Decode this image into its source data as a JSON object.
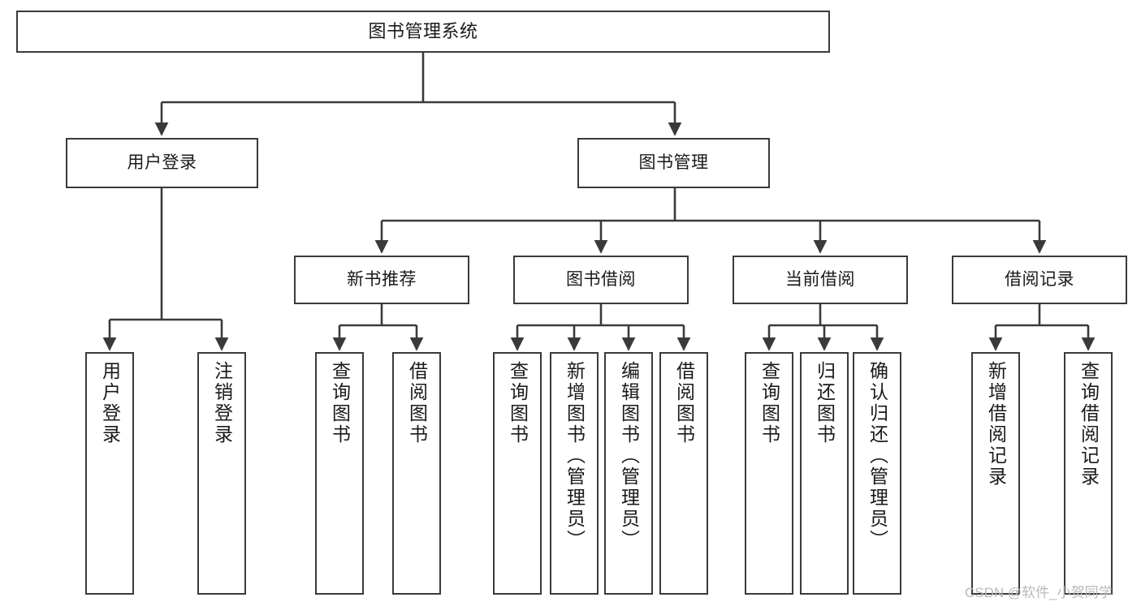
{
  "diagram": {
    "title": "图书管理系统",
    "type": "tree-hierarchy",
    "orientation": "top-down",
    "line_color": "#3a3a3a",
    "box_fill": "#ffffff",
    "text_color": "#1a1a1a"
  },
  "nodes": {
    "root": {
      "label": "图书管理系统"
    },
    "level2": [
      {
        "label": "用户登录"
      },
      {
        "label": "图书管理"
      }
    ],
    "level3": [
      {
        "label": "新书推荐"
      },
      {
        "label": "图书借阅"
      },
      {
        "label": "当前借阅"
      },
      {
        "label": "借阅记录"
      }
    ],
    "leaves": {
      "user_login": [
        {
          "label": "用户登录"
        },
        {
          "label": "注销登录"
        }
      ],
      "new_book_recommend": [
        {
          "label": "查询图书"
        },
        {
          "label": "借阅图书"
        }
      ],
      "book_borrow": [
        {
          "label": "查询图书"
        },
        {
          "label": "新增图书（管理员）"
        },
        {
          "label": "编辑图书（管理员）"
        },
        {
          "label": "借阅图书"
        }
      ],
      "current_borrow": [
        {
          "label": "查询图书"
        },
        {
          "label": "归还图书"
        },
        {
          "label": "确认归还（管理员）"
        }
      ],
      "borrow_record": [
        {
          "label": "新增借阅记录"
        },
        {
          "label": "查询借阅记录"
        }
      ]
    }
  },
  "watermark": {
    "text": "CSDN @软件_小贺同学"
  }
}
